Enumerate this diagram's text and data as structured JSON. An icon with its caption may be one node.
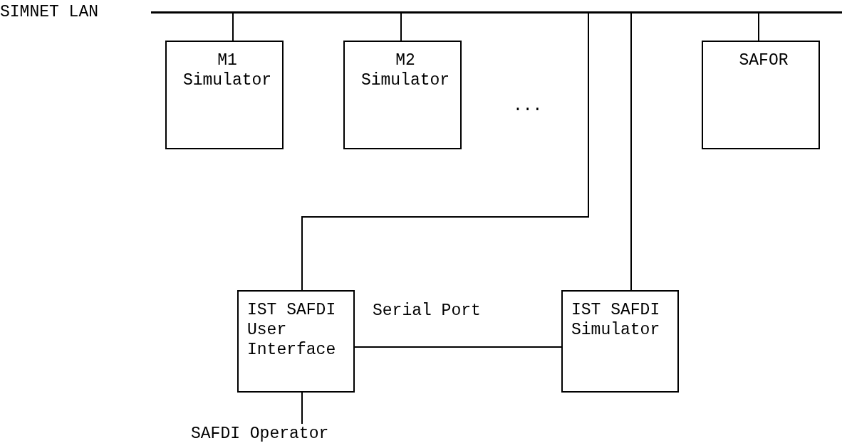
{
  "diagram": {
    "nodes": [
      {
        "text": [],
        "shape": "bar",
        "beside": [
          "SIMNET LAN"
        ]
      },
      {
        "text": [
          "M1 Simulator"
        ]
      },
      {
        "text": [
          "M2 Simulator"
        ]
      },
      {
        "text": [
          "SAFOR"
        ]
      },
      {
        "text": [
          "IST SAFDI User Interface"
        ]
      },
      {
        "text": [
          "IST SAFDI Simulator"
        ]
      },
      {
        "text": [
          "SAFDI Operator"
        ]
      }
    ],
    "edges": [
      {
        "from": 0,
        "to": 1,
        "arrow": "none"
      },
      {
        "from": 0,
        "to": 2,
        "arrow": "none"
      },
      {
        "from": 0,
        "to": 3,
        "arrow": "none"
      },
      {
        "from": 0,
        "to": 4,
        "arrow": "none"
      },
      {
        "from": 0,
        "to": 5,
        "arrow": "none"
      },
      {
        "from": 4,
        "to": 5,
        "arrow": "none",
        "label": "Serial Port"
      },
      {
        "from": 4,
        "to": 6,
        "arrow": "none"
      }
    ],
    "labels": [
      "..."
    ]
  }
}
